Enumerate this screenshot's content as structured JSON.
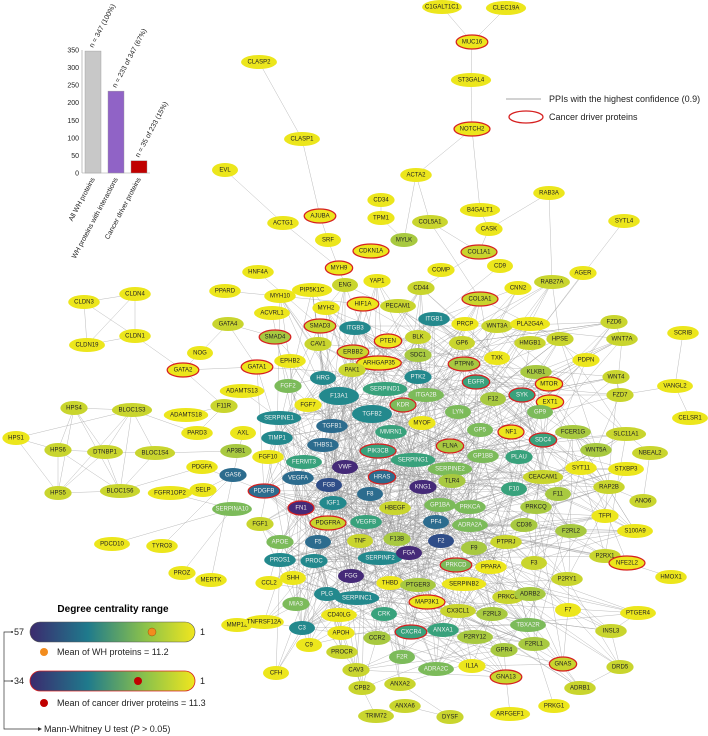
{
  "chart_data": {
    "type": "bar",
    "categories": [
      "All WH proteins",
      "WH proteins with interactions",
      "Cancer driver proteins"
    ],
    "values": [
      347,
      233,
      35
    ],
    "data_labels": [
      "n = 347 (100%)",
      "n = 233 of 347 (67%)",
      "n = 35 of 233 (15%)"
    ],
    "colors": [
      "#c8c8c8",
      "#9063c6",
      "#c00000"
    ],
    "ylim": [
      0,
      350
    ],
    "yticks": [
      0,
      50,
      100,
      150,
      200,
      250,
      300,
      350
    ],
    "grid": false
  },
  "legend": {
    "edge_label": "PPIs with the highest confidence (0.9)",
    "driver_label": "Cancer driver proteins",
    "driver_color": "#d62020",
    "edge_color": "#9a9a9a"
  },
  "degree_legend": {
    "title": "Degree centrality range",
    "wh_max": "57",
    "wh_min": "1",
    "wh_mean_label": "Mean of WH proteins = 11.2",
    "wh_mean": 11.2,
    "wh_mean_color": "#f28c1e",
    "driver_max": "34",
    "driver_min": "1",
    "driver_mean_label": "Mean of cancer driver proteins = 11.3",
    "driver_mean": 11.3,
    "driver_mean_color": "#c00000",
    "test_prefix": "Mann-Whitney U test (",
    "test_p": "P",
    "test_suffix": " > 0.05)",
    "gradient": [
      "#3b2a6e",
      "#1f7a8c",
      "#8cc24a",
      "#f0e61e"
    ]
  },
  "palette": [
    "#452a78",
    "#2f4d88",
    "#2c6c8e",
    "#23898d",
    "#38a27c",
    "#7cbb5a",
    "#a8c940",
    "#c9d52e",
    "#ece61c"
  ],
  "network": {
    "nodes": [
      [
        "C1GALT1C1",
        8,
        0
      ],
      [
        "CLEC19A",
        8,
        0
      ],
      [
        "MUC16",
        8,
        1
      ],
      [
        "ST3GAL4",
        8,
        0
      ],
      [
        "NOTCH2",
        8,
        1
      ],
      [
        "ACTA2",
        8,
        0
      ],
      [
        "B4GALT1",
        8,
        0
      ],
      [
        "CASK",
        8,
        0
      ],
      [
        "COL5A1",
        7,
        0
      ],
      [
        "COL1A1",
        7,
        1
      ],
      [
        "CD9",
        8,
        0
      ],
      [
        "COMP",
        8,
        0
      ],
      [
        "CD44",
        7,
        0
      ],
      [
        "COL3A1",
        7,
        1
      ],
      [
        "CNN2",
        8,
        0
      ],
      [
        "RAB27A",
        7,
        0
      ],
      [
        "AGER",
        8,
        0
      ],
      [
        "RAB3A",
        8,
        0
      ],
      [
        "SYTL4",
        8,
        0
      ],
      [
        "CLASP2",
        8,
        0
      ],
      [
        "CLASP1",
        8,
        0
      ],
      [
        "EVL",
        8,
        0
      ],
      [
        "AJUBA",
        8,
        1
      ],
      [
        "ACTG1",
        8,
        0
      ],
      [
        "SRF",
        8,
        0
      ],
      [
        "CD34",
        8,
        0
      ],
      [
        "TPM1",
        8,
        0
      ],
      [
        "MYLK",
        6,
        0
      ],
      [
        "CDKN1A",
        8,
        1
      ],
      [
        "MYH9",
        8,
        1
      ],
      [
        "HNF4A",
        8,
        0
      ],
      [
        "YAP1",
        8,
        0
      ],
      [
        "ENG",
        7,
        0
      ],
      [
        "PIP5K1C",
        8,
        0
      ],
      [
        "MYH10",
        8,
        0
      ],
      [
        "PPARD",
        8,
        0
      ],
      [
        "MYH2",
        8,
        0
      ],
      [
        "HIF1A",
        8,
        1
      ],
      [
        "PECAM1",
        7,
        0
      ],
      [
        "ACVRL1",
        8,
        0
      ],
      [
        "GATA4",
        7,
        0
      ],
      [
        "SMAD3",
        7,
        1
      ],
      [
        "ITGB3",
        3,
        0
      ],
      [
        "ITGB1",
        3,
        0
      ],
      [
        "SMAD4",
        6,
        1
      ],
      [
        "PRCP",
        8,
        0
      ],
      [
        "CAV1",
        7,
        0
      ],
      [
        "PTEN",
        8,
        1
      ],
      [
        "BLK",
        7,
        0
      ],
      [
        "WNT3A",
        7,
        0
      ],
      [
        "PLA2G4A",
        8,
        0
      ],
      [
        "FZD6",
        7,
        0
      ],
      [
        "GP6",
        7,
        0
      ],
      [
        "HMGB1",
        7,
        0
      ],
      [
        "HPSE",
        7,
        0
      ],
      [
        "WNT7A",
        7,
        0
      ],
      [
        "SCRIB",
        8,
        0
      ],
      [
        "NOG",
        8,
        0
      ],
      [
        "GATA1",
        8,
        1
      ],
      [
        "GATA2",
        8,
        1
      ],
      [
        "EPHB2",
        8,
        0
      ],
      [
        "ERBB2",
        7,
        1
      ],
      [
        "ARHGAP35",
        8,
        1
      ],
      [
        "SDC1",
        6,
        0
      ],
      [
        "PTPN6",
        6,
        1
      ],
      [
        "PAK1",
        7,
        0
      ],
      [
        "TXK",
        8,
        0
      ],
      [
        "PDPN",
        8,
        0
      ],
      [
        "WNT4",
        7,
        0
      ],
      [
        "VANGL2",
        8,
        0
      ],
      [
        "KLKB1",
        6,
        0
      ],
      [
        "MTOR",
        8,
        1
      ],
      [
        "EGFR",
        4,
        1
      ],
      [
        "HRG",
        3,
        0
      ],
      [
        "PTK2",
        3,
        0
      ],
      [
        "FGF2",
        5,
        0
      ],
      [
        "SERPIND1",
        4,
        0
      ],
      [
        "ADAMTS13",
        8,
        0
      ],
      [
        "ITGA2B",
        5,
        0
      ],
      [
        "F12",
        6,
        0
      ],
      [
        "SYK",
        4,
        1
      ],
      [
        "EXT1",
        8,
        1
      ],
      [
        "FZD7",
        7,
        0
      ],
      [
        "CELSR1",
        8,
        0
      ],
      [
        "F13A1",
        3,
        0
      ],
      [
        "FGF7",
        8,
        0
      ],
      [
        "KDR",
        5,
        1
      ],
      [
        "F11R",
        7,
        0
      ],
      [
        "ADAMTS18",
        8,
        0
      ],
      [
        "TGFB2",
        3,
        0
      ],
      [
        "LYN",
        5,
        0
      ],
      [
        "GP9",
        5,
        0
      ],
      [
        "MYOF",
        8,
        0
      ],
      [
        "PARD3",
        8,
        0
      ],
      [
        "AXL",
        8,
        0
      ],
      [
        "SERPINE1",
        3,
        0
      ],
      [
        "TGFB1",
        2,
        0
      ],
      [
        "MMRN1",
        4,
        0
      ],
      [
        "TIMP1",
        3,
        0
      ],
      [
        "GP5",
        5,
        0
      ],
      [
        "NF1",
        8,
        1
      ],
      [
        "FCER1G",
        6,
        0
      ],
      [
        "SLC11A1",
        7,
        0
      ],
      [
        "FGF10",
        8,
        0
      ],
      [
        "AP3B1",
        6,
        0
      ],
      [
        "BLOC1S4",
        7,
        0
      ],
      [
        "THBS1",
        2,
        0
      ],
      [
        "PIK3CB",
        4,
        1
      ],
      [
        "FLNA",
        6,
        1
      ],
      [
        "SDC4",
        4,
        1
      ],
      [
        "WNT5A",
        6,
        0
      ],
      [
        "NBEAL2",
        7,
        0
      ],
      [
        "FERMT3",
        4,
        0
      ],
      [
        "SERPING1",
        4,
        0
      ],
      [
        "GP1BB",
        5,
        0
      ],
      [
        "PLAU",
        4,
        0
      ],
      [
        "SERPINE2",
        5,
        0
      ],
      [
        "GAS6",
        2,
        0
      ],
      [
        "VEGFA",
        2,
        0
      ],
      [
        "VWF",
        0,
        0
      ],
      [
        "HRAS",
        2,
        1
      ],
      [
        "FGB",
        1,
        0
      ],
      [
        "PDGFB",
        2,
        1
      ],
      [
        "F8",
        2,
        0
      ],
      [
        "KNG1",
        0,
        0
      ],
      [
        "CEACAM1",
        7,
        0
      ],
      [
        "SYT11",
        8,
        0
      ],
      [
        "STXBP3",
        8,
        0
      ],
      [
        "TLR4",
        6,
        0
      ],
      [
        "SELP",
        8,
        0
      ],
      [
        "FGFR1OP2",
        8,
        0
      ],
      [
        "SERPINA10",
        5,
        0
      ],
      [
        "IGF1",
        3,
        0
      ],
      [
        "HBEGF",
        7,
        0
      ],
      [
        "GP1BA",
        5,
        0
      ],
      [
        "F10",
        4,
        0
      ],
      [
        "F11",
        6,
        0
      ],
      [
        "RAP2B",
        7,
        0
      ],
      [
        "FN1",
        0,
        1
      ],
      [
        "PDGFRA",
        7,
        1
      ],
      [
        "VEGFB",
        4,
        0
      ],
      [
        "PF4",
        2,
        0
      ],
      [
        "ADRA2A",
        5,
        0
      ],
      [
        "PRKCA",
        5,
        0
      ],
      [
        "PRKCQ",
        6,
        0
      ],
      [
        "ANO6",
        7,
        0
      ],
      [
        "FGF1",
        7,
        0
      ],
      [
        "APOE",
        5,
        0
      ],
      [
        "F5",
        2,
        0
      ],
      [
        "TNF",
        7,
        0
      ],
      [
        "F13B",
        6,
        0
      ],
      [
        "F2",
        1,
        0
      ],
      [
        "F9",
        6,
        0
      ],
      [
        "CD36",
        6,
        0
      ],
      [
        "F2RL2",
        6,
        0
      ],
      [
        "TFPI",
        8,
        0
      ],
      [
        "PDCD10",
        8,
        0
      ],
      [
        "TYRO3",
        8,
        0
      ],
      [
        "PROS1",
        3,
        0
      ],
      [
        "PROC",
        3,
        0
      ],
      [
        "SERPINF2",
        3,
        0
      ],
      [
        "FGA",
        0,
        0
      ],
      [
        "PRKCD",
        5,
        1
      ],
      [
        "PTPRJ",
        7,
        0
      ],
      [
        "PPARA",
        8,
        0
      ],
      [
        "F3",
        7,
        0
      ],
      [
        "P2RX1",
        7,
        0
      ],
      [
        "S100A9",
        8,
        0
      ],
      [
        "FGG",
        0,
        0
      ],
      [
        "SHH",
        8,
        0
      ],
      [
        "CCL2",
        8,
        0
      ],
      [
        "THBD",
        8,
        0
      ],
      [
        "PTGER3",
        6,
        0
      ],
      [
        "SERPINB2",
        8,
        0
      ],
      [
        "PRKCE",
        7,
        0
      ],
      [
        "P2RY1",
        7,
        0
      ],
      [
        "ADRB2",
        6,
        0
      ],
      [
        "NFE2L2",
        8,
        1
      ],
      [
        "HMOX1",
        8,
        0
      ],
      [
        "PROZ",
        8,
        0
      ],
      [
        "MERTK",
        8,
        0
      ],
      [
        "MIA3",
        5,
        0
      ],
      [
        "PLG",
        3,
        0
      ],
      [
        "SERPINC1",
        3,
        0
      ],
      [
        "MAP3K1",
        8,
        1
      ],
      [
        "CX3CL1",
        7,
        0
      ],
      [
        "F7",
        8,
        0
      ],
      [
        "PTGER4",
        8,
        0
      ],
      [
        "MMP12",
        8,
        0
      ],
      [
        "TNFRSF12A",
        8,
        0
      ],
      [
        "C3",
        3,
        0
      ],
      [
        "CD40LG",
        8,
        0
      ],
      [
        "CRK",
        4,
        0
      ],
      [
        "F2RL3",
        6,
        0
      ],
      [
        "TBXA2R",
        5,
        0
      ],
      [
        "INSL3",
        7,
        0
      ],
      [
        "APOH",
        8,
        0
      ],
      [
        "CCR2",
        6,
        0
      ],
      [
        "CXCR4",
        4,
        1
      ],
      [
        "ANXA1",
        4,
        0
      ],
      [
        "P2RY12",
        6,
        0
      ],
      [
        "C9",
        8,
        0
      ],
      [
        "PROCR",
        7,
        0
      ],
      [
        "F2R",
        5,
        0
      ],
      [
        "GPR4",
        6,
        0
      ],
      [
        "F2RL1",
        6,
        0
      ],
      [
        "CAV3",
        7,
        0
      ],
      [
        "ADRA2C",
        5,
        0
      ],
      [
        "IL1A",
        8,
        0
      ],
      [
        "GNAS",
        7,
        1
      ],
      [
        "DRD5",
        7,
        0
      ],
      [
        "CFH",
        8,
        0
      ],
      [
        "GNA13",
        7,
        1
      ],
      [
        "CPB2",
        7,
        0
      ],
      [
        "ANXA2",
        7,
        0
      ],
      [
        "ADRB1",
        7,
        0
      ],
      [
        "ANXA6",
        7,
        0
      ],
      [
        "PRKG1",
        8,
        0
      ],
      [
        "TRIM72",
        7,
        0
      ],
      [
        "ARFGEF1",
        8,
        0
      ],
      [
        "DYSF",
        7,
        0
      ],
      [
        "CLDN3",
        8,
        0
      ],
      [
        "CLDN4",
        8,
        0
      ],
      [
        "CLDN19",
        8,
        0
      ],
      [
        "CLDN1",
        8,
        0
      ],
      [
        "HPS4",
        7,
        0
      ],
      [
        "BLOC1S3",
        7,
        0
      ],
      [
        "HPS1",
        8,
        0
      ],
      [
        "HPS6",
        7,
        0
      ],
      [
        "DTNBP1",
        7,
        0
      ],
      [
        "HPS5",
        7,
        0
      ],
      [
        "BLOC1S6",
        7,
        0
      ],
      [
        "PDGFA",
        8,
        0
      ]
    ],
    "edges": [
      [
        "C1GALT1C1",
        "MUC16"
      ],
      [
        "CLEC19A",
        "MUC16"
      ],
      [
        "MUC16",
        "ST3GAL4"
      ],
      [
        "ST3GAL4",
        "NOTCH2"
      ],
      [
        "NOTCH2",
        "ACTA2"
      ],
      [
        "NOTCH2",
        "B4GALT1"
      ],
      [
        "B4GALT1",
        "CASK"
      ],
      [
        "CASK",
        "RAB3A"
      ],
      [
        "RAB3A",
        "RAB27A"
      ],
      [
        "SYTL4",
        "HMGB1"
      ],
      [
        "CLASP2",
        "CLASP1"
      ],
      [
        "CLASP1",
        "AJUBA"
      ],
      [
        "EVL",
        "ACTG1"
      ],
      [
        "ACTG1",
        "MYH9"
      ],
      [
        "AJUBA",
        "SRF"
      ],
      [
        "ACTA2",
        "MYLK"
      ],
      [
        "ACTA2",
        "COL5A1"
      ],
      [
        "CD34",
        "TPM1"
      ],
      [
        "TPM1",
        "MYLK"
      ],
      [
        "SRF",
        "ENG"
      ],
      [
        "COL5A1",
        "COL1A1"
      ],
      [
        "COL5A1",
        "COL3A1"
      ],
      [
        "COL1A1",
        "CD44"
      ],
      [
        "CASK",
        "COL1A1"
      ],
      [
        "CD9",
        "ITGB1"
      ],
      [
        "AGER",
        "HMGB1"
      ],
      [
        "CNN2",
        "ITGB1"
      ],
      [
        "RAB27A",
        "HPSE"
      ],
      [
        "CLDN3",
        "CLDN4"
      ],
      [
        "CLDN3",
        "CLDN19"
      ],
      [
        "CLDN3",
        "CLDN1"
      ],
      [
        "CLDN4",
        "CLDN1"
      ],
      [
        "CLDN4",
        "CLDN19"
      ],
      [
        "CLDN19",
        "CLDN1"
      ],
      [
        "CLDN1",
        "GATA2"
      ],
      [
        "GATA2",
        "NOG"
      ],
      [
        "GATA2",
        "GATA1"
      ],
      [
        "GATA2",
        "F11R"
      ],
      [
        "NOG",
        "GATA4"
      ],
      [
        "GATA4",
        "GATA1"
      ],
      [
        "GATA4",
        "SMAD4"
      ],
      [
        "PPARD",
        "HIF1A"
      ],
      [
        "HNF4A",
        "SMAD3"
      ],
      [
        "HPS4",
        "BLOC1S3"
      ],
      [
        "HPS4",
        "HPS6"
      ],
      [
        "HPS4",
        "DTNBP1"
      ],
      [
        "HPS4",
        "HPS5"
      ],
      [
        "HPS4",
        "BLOC1S6"
      ],
      [
        "HPS1",
        "HPS6"
      ],
      [
        "HPS1",
        "HPS5"
      ],
      [
        "HPS1",
        "BLOC1S3"
      ],
      [
        "HPS6",
        "DTNBP1"
      ],
      [
        "HPS6",
        "HPS5"
      ],
      [
        "HPS6",
        "BLOC1S6"
      ],
      [
        "DTNBP1",
        "BLOC1S3"
      ],
      [
        "DTNBP1",
        "BLOC1S4"
      ],
      [
        "DTNBP1",
        "BLOC1S6"
      ],
      [
        "DTNBP1",
        "HPS5"
      ],
      [
        "HPS5",
        "BLOC1S6"
      ],
      [
        "HPS5",
        "BLOC1S3"
      ],
      [
        "BLOC1S3",
        "BLOC1S6"
      ],
      [
        "BLOC1S3",
        "BLOC1S4"
      ],
      [
        "BLOC1S4",
        "AP3B1"
      ],
      [
        "BLOC1S6",
        "PDGFA"
      ],
      [
        "BLOC1S3",
        "PARD3"
      ],
      [
        "BLOC1S4",
        "BLOC1S6"
      ],
      [
        "PDCD10",
        "SERPINA10"
      ],
      [
        "TYRO3",
        "GAS6"
      ],
      [
        "PROZ",
        "SERPINA10"
      ],
      [
        "MERTK",
        "GAS6"
      ],
      [
        "FGFR1OP2",
        "SERPINA10"
      ],
      [
        "SELP",
        "GAS6"
      ],
      [
        "PDGFA",
        "PDGFB"
      ],
      [
        "CFH",
        "C3"
      ],
      [
        "MMP12",
        "TNFRSF12A"
      ],
      [
        "TNFRSF12A",
        "C3"
      ],
      [
        "C9",
        "C3"
      ],
      [
        "PARD3",
        "F11R"
      ],
      [
        "AXL",
        "GAS6"
      ],
      [
        "ADAMTS13",
        "VWF"
      ],
      [
        "ADAMTS18",
        "F11R"
      ],
      [
        "SCRIB",
        "VANGL2"
      ],
      [
        "VANGL2",
        "CELSR1"
      ],
      [
        "VANGL2",
        "FZD7"
      ],
      [
        "NFE2L2",
        "HMOX1"
      ],
      [
        "NFE2L2",
        "P2RX1"
      ],
      [
        "S100A9",
        "TFPI"
      ],
      [
        "PRKG1",
        "F2RL1"
      ],
      [
        "ARFGEF1",
        "GNA13"
      ],
      [
        "WNT4",
        "FZD7"
      ],
      [
        "WNT7A",
        "FZD6"
      ],
      [
        "WNT5A",
        "FZD7"
      ],
      [
        "WNT3A",
        "FZD6"
      ],
      [
        "SLC11A1",
        "NBEAL2"
      ],
      [
        "NBEAL2",
        "ANO6"
      ],
      [
        "ANO6",
        "RAP2B"
      ],
      [
        "STXBP3",
        "SYT11"
      ],
      [
        "PTGER4",
        "INSL3"
      ],
      [
        "INSL3",
        "DRD5"
      ],
      [
        "DRD5",
        "ADRB1"
      ],
      [
        "ADRB1",
        "GNAS"
      ],
      [
        "GNAS",
        "F7"
      ],
      [
        "GNAS",
        "IL1A"
      ],
      [
        "DYSF",
        "ANXA6"
      ],
      [
        "ANXA6",
        "TRIM72"
      ],
      [
        "TRIM72",
        "CPB2"
      ],
      [
        "CPB2",
        "CAV3"
      ],
      [
        "DYSF",
        "ANXA2"
      ],
      [
        "CAV3",
        "PROCR"
      ]
    ]
  }
}
